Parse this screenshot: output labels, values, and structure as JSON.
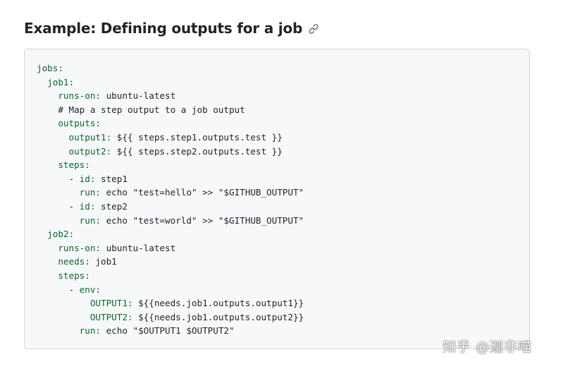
{
  "heading": {
    "title": "Example: Defining outputs for a job",
    "icon": "link-icon"
  },
  "code": {
    "lines": [
      {
        "indent": "",
        "key": "jobs:",
        "rest": ""
      },
      {
        "indent": "  ",
        "key": "job1:",
        "rest": ""
      },
      {
        "indent": "    ",
        "key": "runs-on:",
        "rest": " ubuntu-latest"
      },
      {
        "indent": "    ",
        "key": "",
        "rest": "# Map a step output to a job output"
      },
      {
        "indent": "    ",
        "key": "outputs:",
        "rest": ""
      },
      {
        "indent": "      ",
        "key": "output1:",
        "rest": " ${{ steps.step1.outputs.test }}"
      },
      {
        "indent": "      ",
        "key": "output2:",
        "rest": " ${{ steps.step2.outputs.test }}"
      },
      {
        "indent": "    ",
        "key": "steps:",
        "rest": ""
      },
      {
        "indent": "      - ",
        "key": "id:",
        "rest": " step1"
      },
      {
        "indent": "        ",
        "key": "run:",
        "rest": " echo \"test=hello\" >> \"$GITHUB_OUTPUT\""
      },
      {
        "indent": "      - ",
        "key": "id:",
        "rest": " step2"
      },
      {
        "indent": "        ",
        "key": "run:",
        "rest": " echo \"test=world\" >> \"$GITHUB_OUTPUT\""
      },
      {
        "indent": "  ",
        "key": "job2:",
        "rest": ""
      },
      {
        "indent": "    ",
        "key": "runs-on:",
        "rest": " ubuntu-latest"
      },
      {
        "indent": "    ",
        "key": "needs:",
        "rest": " job1"
      },
      {
        "indent": "    ",
        "key": "steps:",
        "rest": ""
      },
      {
        "indent": "      - ",
        "key": "env:",
        "rest": ""
      },
      {
        "indent": "          ",
        "key": "OUTPUT1:",
        "rest": " ${{needs.job1.outputs.output1}}"
      },
      {
        "indent": "          ",
        "key": "OUTPUT2:",
        "rest": " ${{needs.job1.outputs.output2}}"
      },
      {
        "indent": "        ",
        "key": "run:",
        "rest": " echo \"$OUTPUT1 $OUTPUT2\""
      }
    ]
  },
  "watermark": "知乎 @迦非喵"
}
